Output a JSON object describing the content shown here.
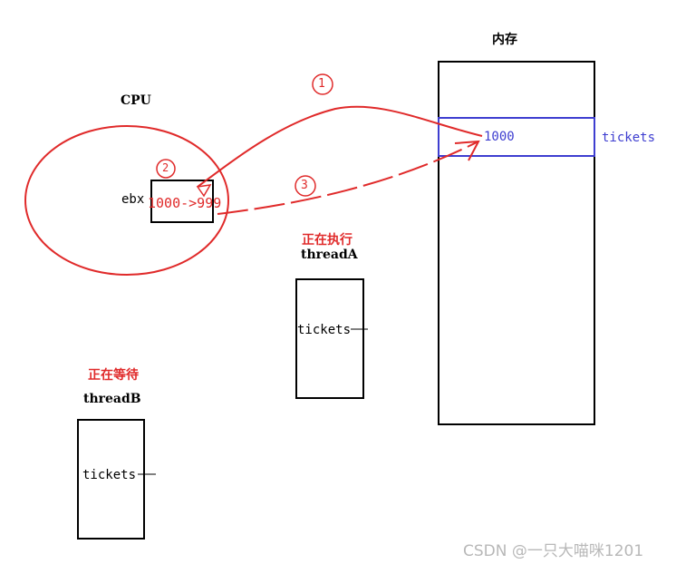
{
  "memory": {
    "title": "内存",
    "cell_value": "1000",
    "cell_label": "tickets"
  },
  "cpu": {
    "title": "CPU",
    "register_label": "ebx",
    "register_value": "1000->999"
  },
  "steps": [
    "1",
    "2",
    "3"
  ],
  "threadA": {
    "status": "正在执行",
    "name": "threadA",
    "field": "tickets"
  },
  "threadB": {
    "status": "正在等待",
    "name": "threadB",
    "field": "tickets"
  },
  "watermark": "CSDN @一只大喵咪1201",
  "colors": {
    "annotation": "#e02a2a",
    "memory_cell": "#3e3ed0",
    "outline": "#000000"
  }
}
